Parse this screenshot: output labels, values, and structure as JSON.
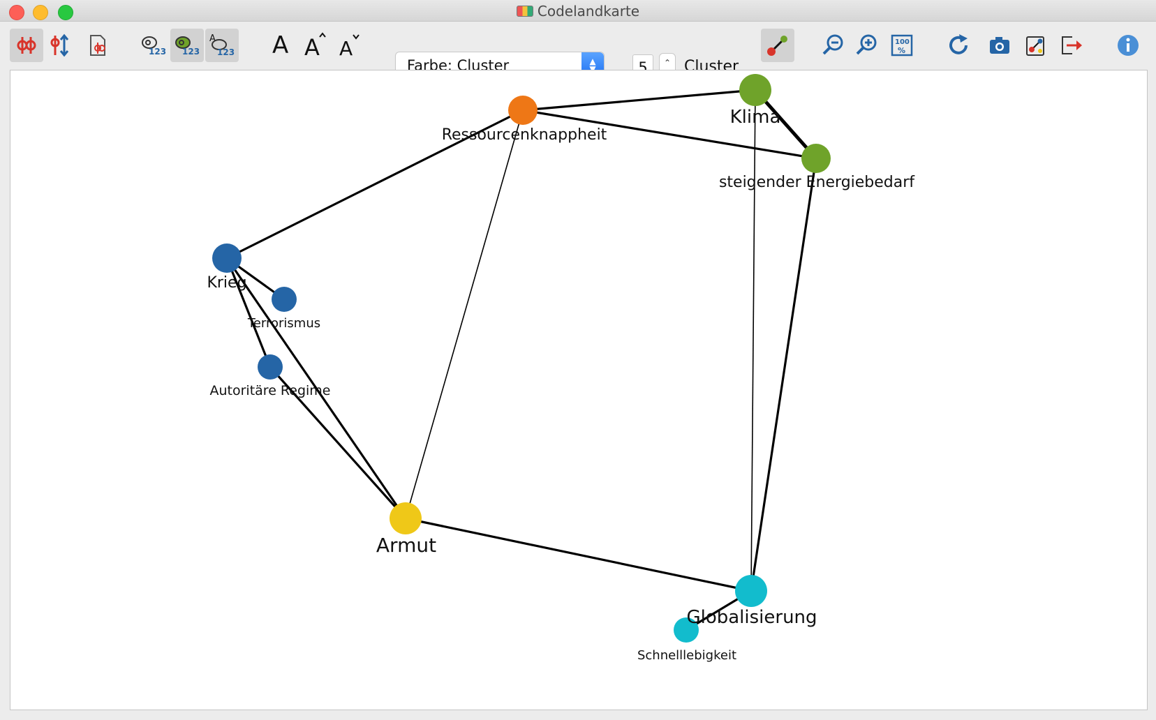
{
  "window": {
    "title": "Codelandkarte"
  },
  "toolbar": {
    "color_dropdown": {
      "label": "Farbe: Cluster"
    },
    "cluster_count": "5",
    "cluster_label": "Cluster"
  },
  "colors": {
    "cluster_blue": "#2565a6",
    "cluster_orange": "#ee7716",
    "cluster_green": "#6fa32a",
    "cluster_yellow": "#efc818",
    "cluster_cyan": "#12bccd",
    "accent_blue": "#1b6ff2",
    "icon_red": "#d8342a"
  },
  "icons": [
    "code-map-icon",
    "sort-icon",
    "document-icon",
    "label-count-icon",
    "color-count-icon",
    "text-count-icon",
    "font-normal-icon",
    "font-increase-icon",
    "font-decrease-icon",
    "link-line-icon",
    "zoom-out-icon",
    "zoom-in-icon",
    "zoom-100-icon",
    "refresh-icon",
    "camera-icon",
    "export-map-icon",
    "exit-icon",
    "info-icon"
  ],
  "map": {
    "nodes": [
      {
        "id": "ressourcen",
        "label": "Ressourcenknappheit",
        "cluster": "orange",
        "size": "medium"
      },
      {
        "id": "klima",
        "label": "Klima",
        "cluster": "green",
        "size": "large"
      },
      {
        "id": "energie",
        "label": "steigender Energiebedarf",
        "cluster": "green",
        "size": "medium"
      },
      {
        "id": "krieg",
        "label": "Krieg",
        "cluster": "blue",
        "size": "medium"
      },
      {
        "id": "terror",
        "label": "Terrorismus",
        "cluster": "blue",
        "size": "small"
      },
      {
        "id": "autoritaer",
        "label": "Autoritäre Regime",
        "cluster": "blue",
        "size": "small"
      },
      {
        "id": "armut",
        "label": "Armut",
        "cluster": "yellow",
        "size": "large"
      },
      {
        "id": "global",
        "label": "Globalisierung",
        "cluster": "cyan",
        "size": "large"
      },
      {
        "id": "schnell",
        "label": "Schnelllebigkeit",
        "cluster": "cyan",
        "size": "small"
      }
    ],
    "edges": [
      {
        "from": "ressourcen",
        "to": "klima",
        "weight": "thick"
      },
      {
        "from": "ressourcen",
        "to": "energie",
        "weight": "thick"
      },
      {
        "from": "klima",
        "to": "energie",
        "weight": "heavy"
      },
      {
        "from": "ressourcen",
        "to": "krieg",
        "weight": "thick"
      },
      {
        "from": "ressourcen",
        "to": "armut",
        "weight": "thin"
      },
      {
        "from": "klima",
        "to": "global",
        "weight": "thin"
      },
      {
        "from": "energie",
        "to": "global",
        "weight": "thick"
      },
      {
        "from": "krieg",
        "to": "terror",
        "weight": "thick"
      },
      {
        "from": "krieg",
        "to": "autoritaer",
        "weight": "thick"
      },
      {
        "from": "krieg",
        "to": "armut",
        "weight": "thick"
      },
      {
        "from": "autoritaer",
        "to": "armut",
        "weight": "thick"
      },
      {
        "from": "armut",
        "to": "global",
        "weight": "thick"
      },
      {
        "from": "global",
        "to": "schnell",
        "weight": "thick"
      }
    ]
  }
}
